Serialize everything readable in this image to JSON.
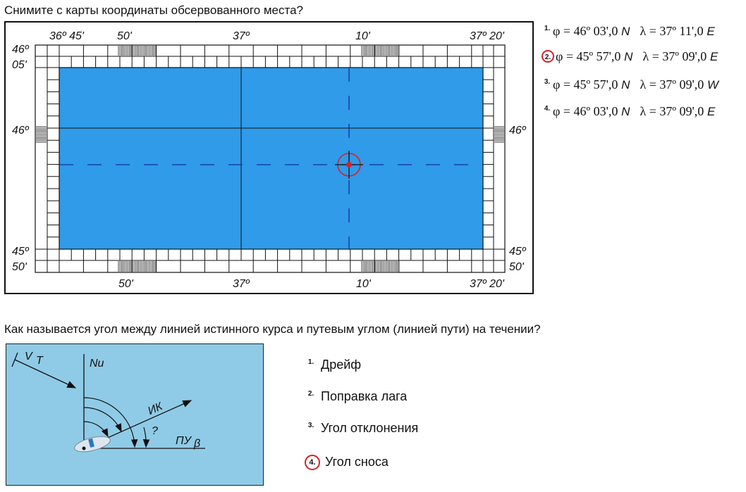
{
  "question1": {
    "title": "Снимите с карты координаты обсервованного места?",
    "top_labels": [
      "36º 45'",
      "50'",
      "37º",
      "10'",
      "37º 20'"
    ],
    "bottom_labels": [
      "50'",
      "37º",
      "10'",
      "37º 20'"
    ],
    "left_labels": [
      "46º",
      "05'",
      "46º",
      "45º",
      "50'"
    ],
    "right_labels": [
      "46º",
      "45º",
      "50'"
    ],
    "options": [
      {
        "num": "1.",
        "phi": "φ = 46º 03',0",
        "phi_hemi": "N",
        "lam": "λ = 37º 11',0",
        "lam_hemi": "E",
        "marked": false
      },
      {
        "num": "2.",
        "phi": "φ = 45º 57',0",
        "phi_hemi": "N",
        "lam": "λ = 37º 09',0",
        "lam_hemi": "E",
        "marked": true
      },
      {
        "num": "3.",
        "phi": "φ = 45º 57',0",
        "phi_hemi": "N",
        "lam": "λ = 37º 09',0",
        "lam_hemi": "W",
        "marked": false
      },
      {
        "num": "4.",
        "phi": "φ = 46º 03',0",
        "phi_hemi": "N",
        "lam": "λ = 37º 09',0",
        "lam_hemi": "E",
        "marked": false
      }
    ],
    "colors": {
      "water": "#2f9be9",
      "mark": "#d8202a",
      "dash": "#1030a0"
    }
  },
  "question2": {
    "title": "Как называется угол между линией истинного курса и путевым углом (линией пути) на течении?",
    "diagram": {
      "vt_label": "V",
      "vt_sub": "T",
      "north_label": "Nи",
      "course_label": "ИК",
      "question_mark": "?",
      "track_label": "ПУ",
      "track_sub": "β"
    },
    "answers": [
      {
        "num": "1.",
        "text": "Дрейф",
        "marked": false
      },
      {
        "num": "2.",
        "text": "Поправка лага",
        "marked": false
      },
      {
        "num": "3.",
        "text": "Угол отклонения",
        "marked": false
      },
      {
        "num": "4.",
        "text": "Угол сноса",
        "marked": true
      }
    ],
    "colors": {
      "background": "#8fcbe6"
    }
  }
}
